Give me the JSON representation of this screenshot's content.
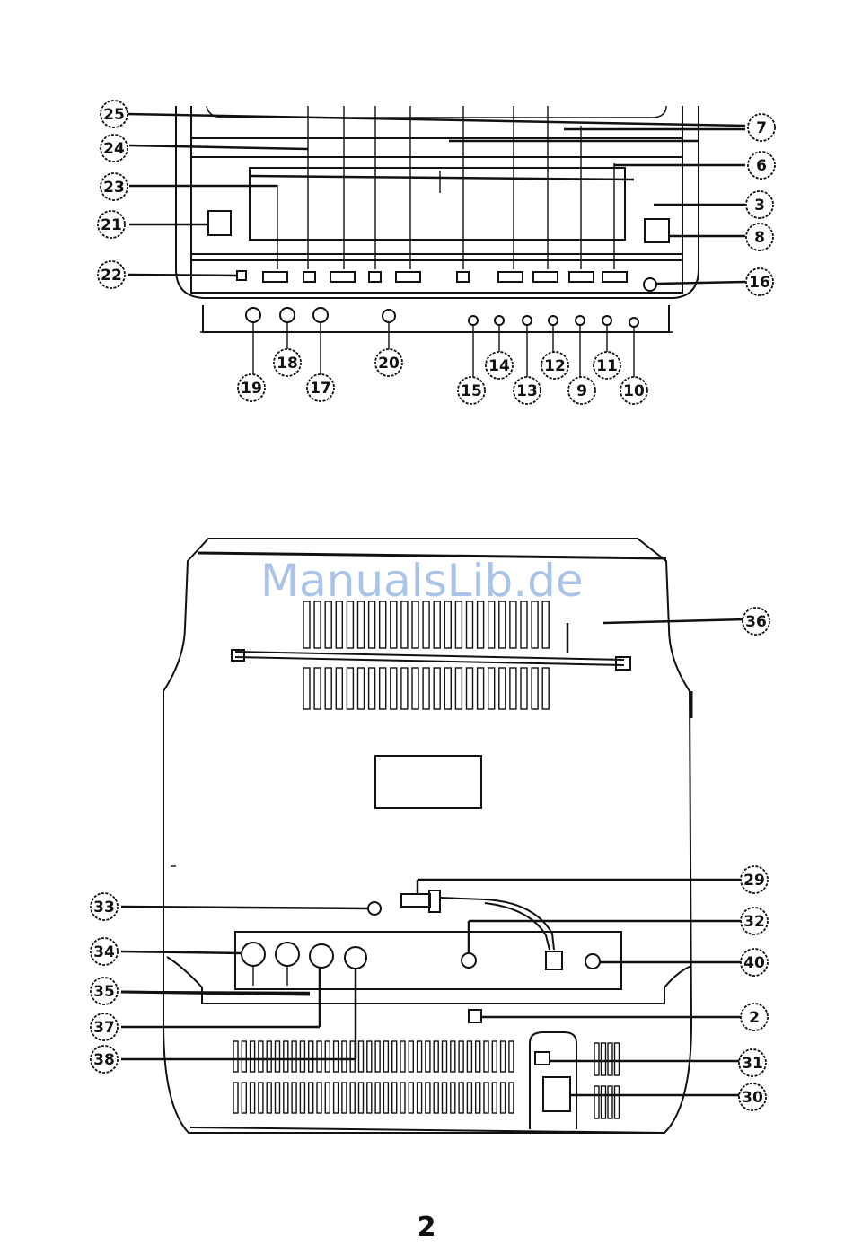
{
  "watermark": "ManualsLib.de",
  "page_number": "2",
  "front_view": {
    "callouts": [
      "25",
      "24",
      "23",
      "21",
      "22",
      "7",
      "6",
      "3",
      "8",
      "16",
      "19",
      "18",
      "17",
      "20",
      "15",
      "14",
      "13",
      "12",
      "9",
      "11",
      "10"
    ]
  },
  "rear_view": {
    "callouts": [
      "36",
      "29",
      "33",
      "32",
      "34",
      "40",
      "35",
      "2",
      "37",
      "38",
      "31",
      "30"
    ]
  }
}
